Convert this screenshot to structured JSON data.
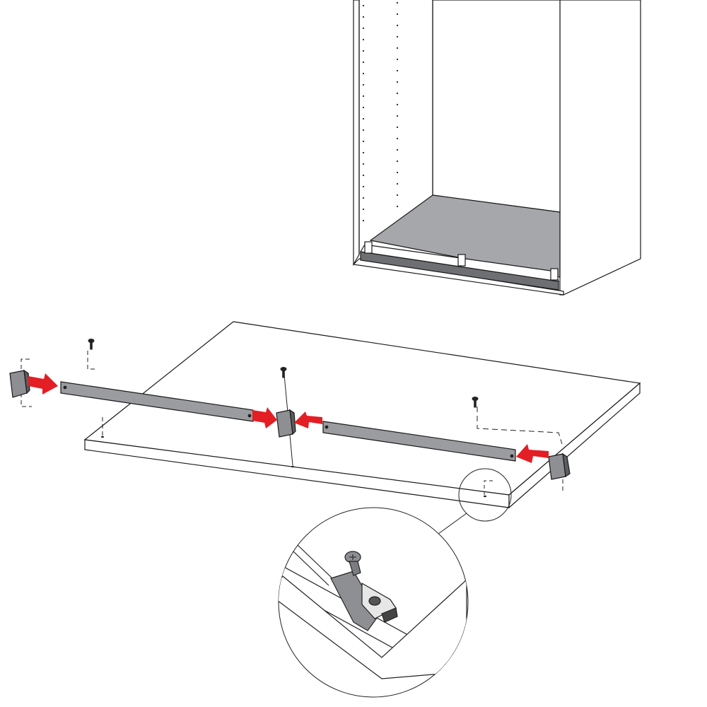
{
  "colors": {
    "outline": "#1a1a1a",
    "panel": "#ffffff",
    "cabinet_floor": "#a6a7aa",
    "rail": "#9b9c9f",
    "rail_dark": "#6e6f72",
    "clip": "#8e8f92",
    "arrow": "#e31e24",
    "screw": "#222222"
  },
  "icons": {
    "arrow": "push-arrow-icon",
    "screw": "screw-icon",
    "clip": "rail-clip-icon",
    "magnifier": "detail-magnifier-icon"
  },
  "steps": [
    {
      "part": "rail-clip",
      "action": "attach",
      "direction": "right"
    },
    {
      "part": "rail-clip",
      "action": "attach",
      "direction": "center"
    },
    {
      "part": "rail-clip",
      "action": "attach",
      "direction": "left"
    }
  ]
}
